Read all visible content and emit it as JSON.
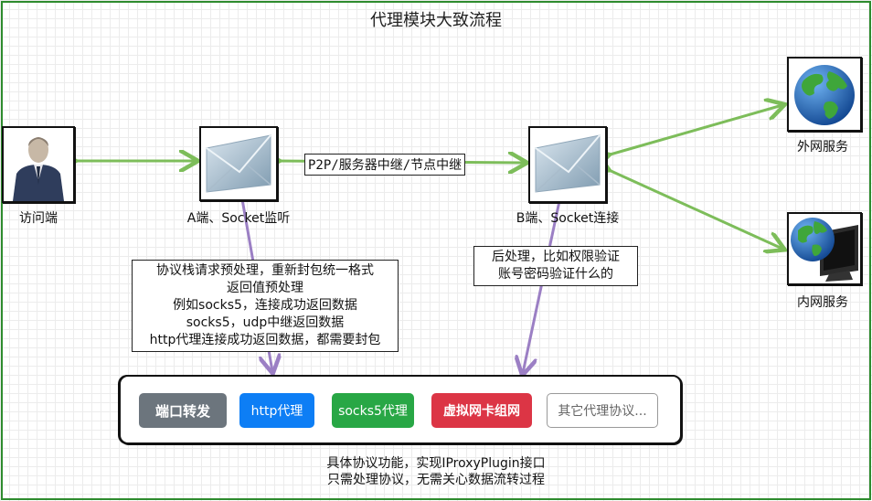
{
  "title": "代理模块大致流程",
  "nodes": {
    "visitor": "访问端",
    "a_listen": "A端、Socket监听",
    "b_connect": "B端、Socket连接",
    "external": "外网服务",
    "internal": "内网服务"
  },
  "edges": {
    "relay": "P2P/服务器中继/节点中继"
  },
  "callouts": {
    "preprocess": [
      "协议栈请求预处理，重新封包统一格式",
      "返回值预处理",
      "例如socks5，连接成功返回数据",
      "socks5，udp中继返回数据",
      "http代理连接成功返回数据，都需要封包"
    ],
    "postprocess": [
      "后处理，比如权限验证",
      "账号密码验证什么的"
    ]
  },
  "plugins": [
    {
      "label": "端口转发",
      "color": "#6c757d"
    },
    {
      "label": "http代理",
      "color": "#0d7ef5"
    },
    {
      "label": "socks5代理",
      "color": "#28a745"
    },
    {
      "label": "虚拟网卡组网",
      "color": "#dc3545"
    },
    {
      "label": "其它代理协议...",
      "color": "#ffffff"
    }
  ],
  "bottom_note": [
    "具体协议功能，实现IProxyPlugin接口",
    "只需处理协议，无需关心数据流转过程"
  ],
  "colors": {
    "frame": "#2e8b2e",
    "green_link": "#7dbd5a",
    "purple_link": "#9b7fc4"
  }
}
